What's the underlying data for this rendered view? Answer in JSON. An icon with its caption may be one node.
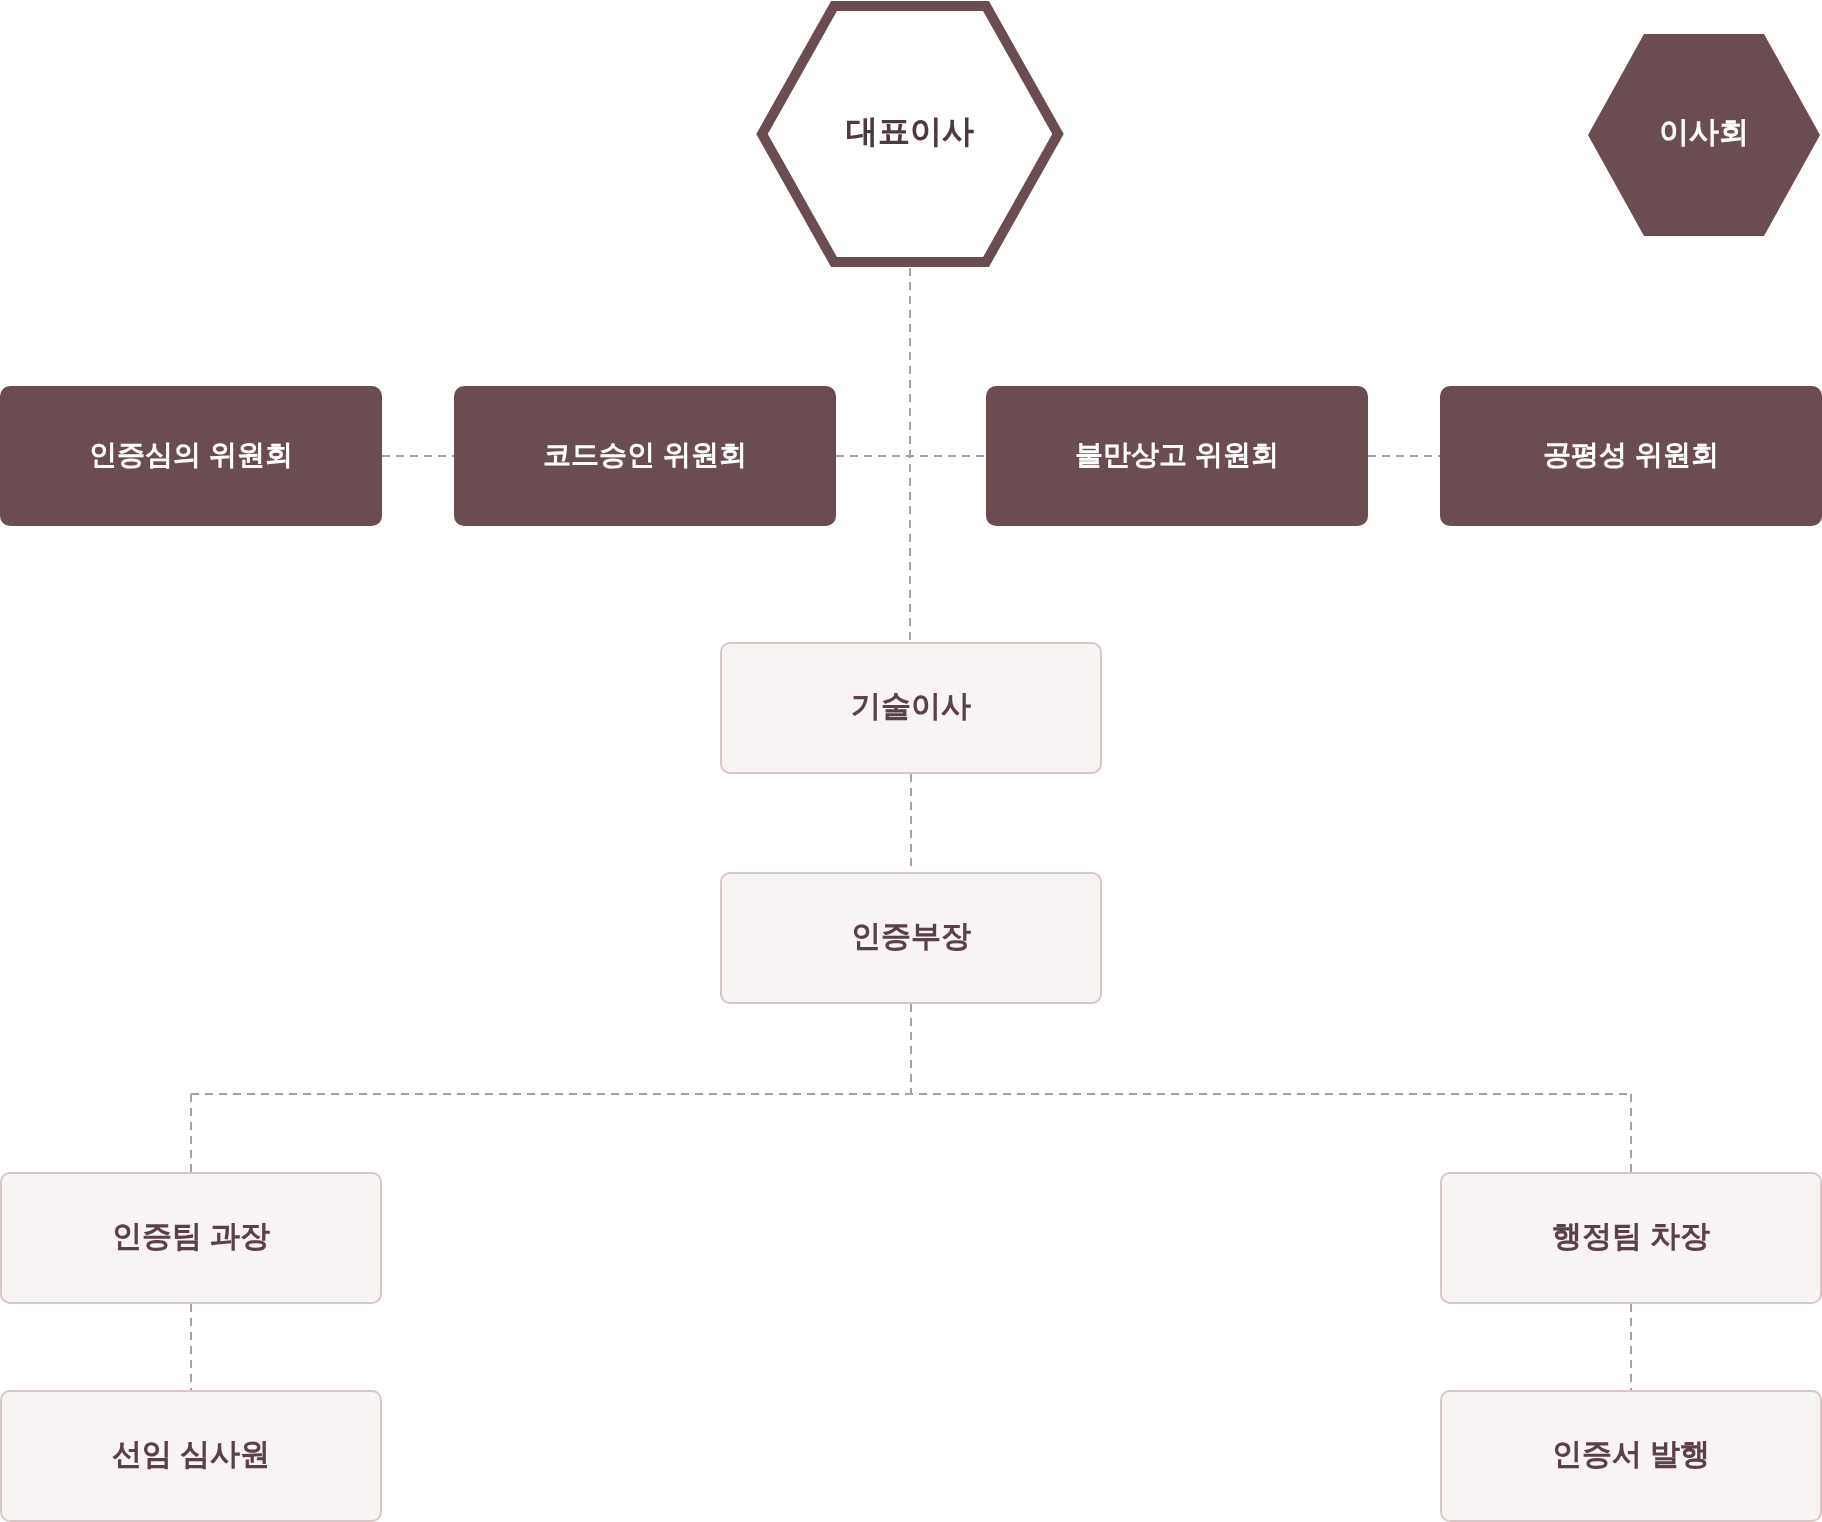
{
  "diagram": {
    "nodes": [
      {
        "text": [
          "대표이사"
        ]
      },
      {
        "text": [
          "이사회"
        ]
      },
      {
        "text": [
          "인증심의 위원회"
        ]
      },
      {
        "text": [
          "코드승인 위원회"
        ]
      },
      {
        "text": [
          "불만상고 위원회"
        ]
      },
      {
        "text": [
          "공평성 위원회"
        ]
      },
      {
        "text": [
          "기술이사"
        ]
      },
      {
        "text": [
          "인증부장"
        ]
      },
      {
        "text": [
          "인증팀 과장"
        ]
      },
      {
        "text": [
          "행정팀 차장"
        ]
      },
      {
        "text": [
          "선임 심사원"
        ]
      },
      {
        "text": [
          "인증서 발행"
        ]
      }
    ],
    "edges": [
      {
        "from": 0,
        "to": 6,
        "arrow": "none",
        "style": "dashed"
      },
      {
        "from": 2,
        "to": 3,
        "arrow": "none",
        "style": "dashed"
      },
      {
        "from": 3,
        "to": 4,
        "arrow": "none",
        "style": "dashed"
      },
      {
        "from": 4,
        "to": 5,
        "arrow": "none",
        "style": "dashed"
      },
      {
        "from": 6,
        "to": 7,
        "arrow": "none",
        "style": "dashed"
      },
      {
        "from": 7,
        "to": 8,
        "arrow": "none",
        "style": "dashed"
      },
      {
        "from": 7,
        "to": 9,
        "arrow": "none",
        "style": "dashed"
      },
      {
        "from": 8,
        "to": 10,
        "arrow": "none",
        "style": "dashed"
      },
      {
        "from": 9,
        "to": 11,
        "arrow": "none",
        "style": "dashed"
      }
    ]
  }
}
